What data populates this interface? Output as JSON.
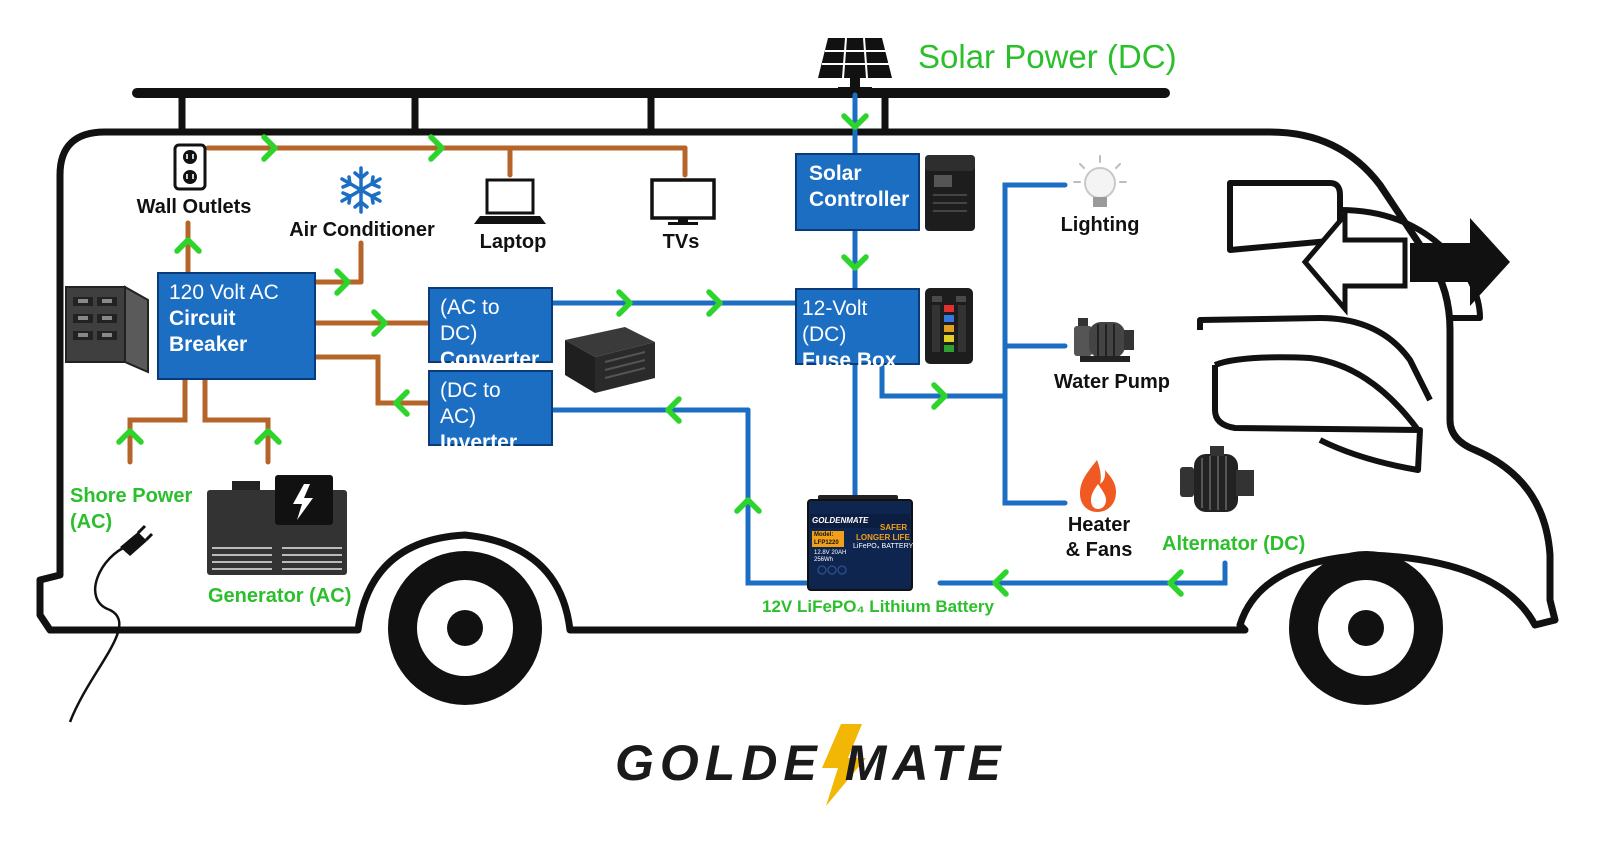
{
  "title": "Solar Power (DC)",
  "nodes": {
    "circuit_breaker": {
      "line1": "120 Volt AC",
      "line2": "Circuit",
      "line3": "Breaker"
    },
    "converter": {
      "line1": "(AC to DC)",
      "line2": "Converter"
    },
    "inverter": {
      "line1": "(DC to AC)",
      "line2": "Inverter"
    },
    "solar_controller": {
      "line1": "Solar",
      "line2": "Controller"
    },
    "fuse_box": {
      "line1": "12-Volt (DC)",
      "line2": "Fuse Box"
    }
  },
  "labels": {
    "wall_outlets": "Wall Outlets",
    "air_conditioner": "Air Conditioner",
    "laptop": "Laptop",
    "tvs": "TVs",
    "lighting": "Lighting",
    "water_pump": "Water Pump",
    "heater_fans_1": "Heater",
    "heater_fans_2": "& Fans",
    "shore_power_1": "Shore Power",
    "shore_power_2": "(AC)",
    "generator": "Generator (AC)",
    "alternator": "Alternator (DC)",
    "battery": "12V LiFePO₄ Lithium Battery"
  },
  "battery_product": {
    "brand": "GOLDENMATE",
    "tag1": "SAFER",
    "tag2": "LONGER LIFE",
    "tag3": "LiFePO₄ BATTERY",
    "model_label": "Model:",
    "model": "LFP1220",
    "spec1": "12.8V 20AH",
    "spec2": "256Wh"
  },
  "brand": {
    "left": "GOLDE",
    "right": "MATE"
  },
  "colors": {
    "ac_wire": "#b5652a",
    "dc_wire": "#1c6ec3",
    "arrow": "#2cd42c",
    "box_fill": "#1c6ec3",
    "box_border": "#0a3a78",
    "bolt": "#f2b705",
    "flame": "#f05a22"
  },
  "icons": [
    "solar-panel-icon",
    "outlet-icon",
    "snowflake-icon",
    "laptop-icon",
    "tv-icon",
    "lightbulb-icon",
    "water-pump-icon",
    "flame-icon",
    "alternator-icon",
    "breaker-panel-icon",
    "converter-device-icon",
    "charge-controller-icon",
    "fuse-panel-icon",
    "generator-icon",
    "plug-icon",
    "battery-icon",
    "direction-arrow-icon"
  ]
}
